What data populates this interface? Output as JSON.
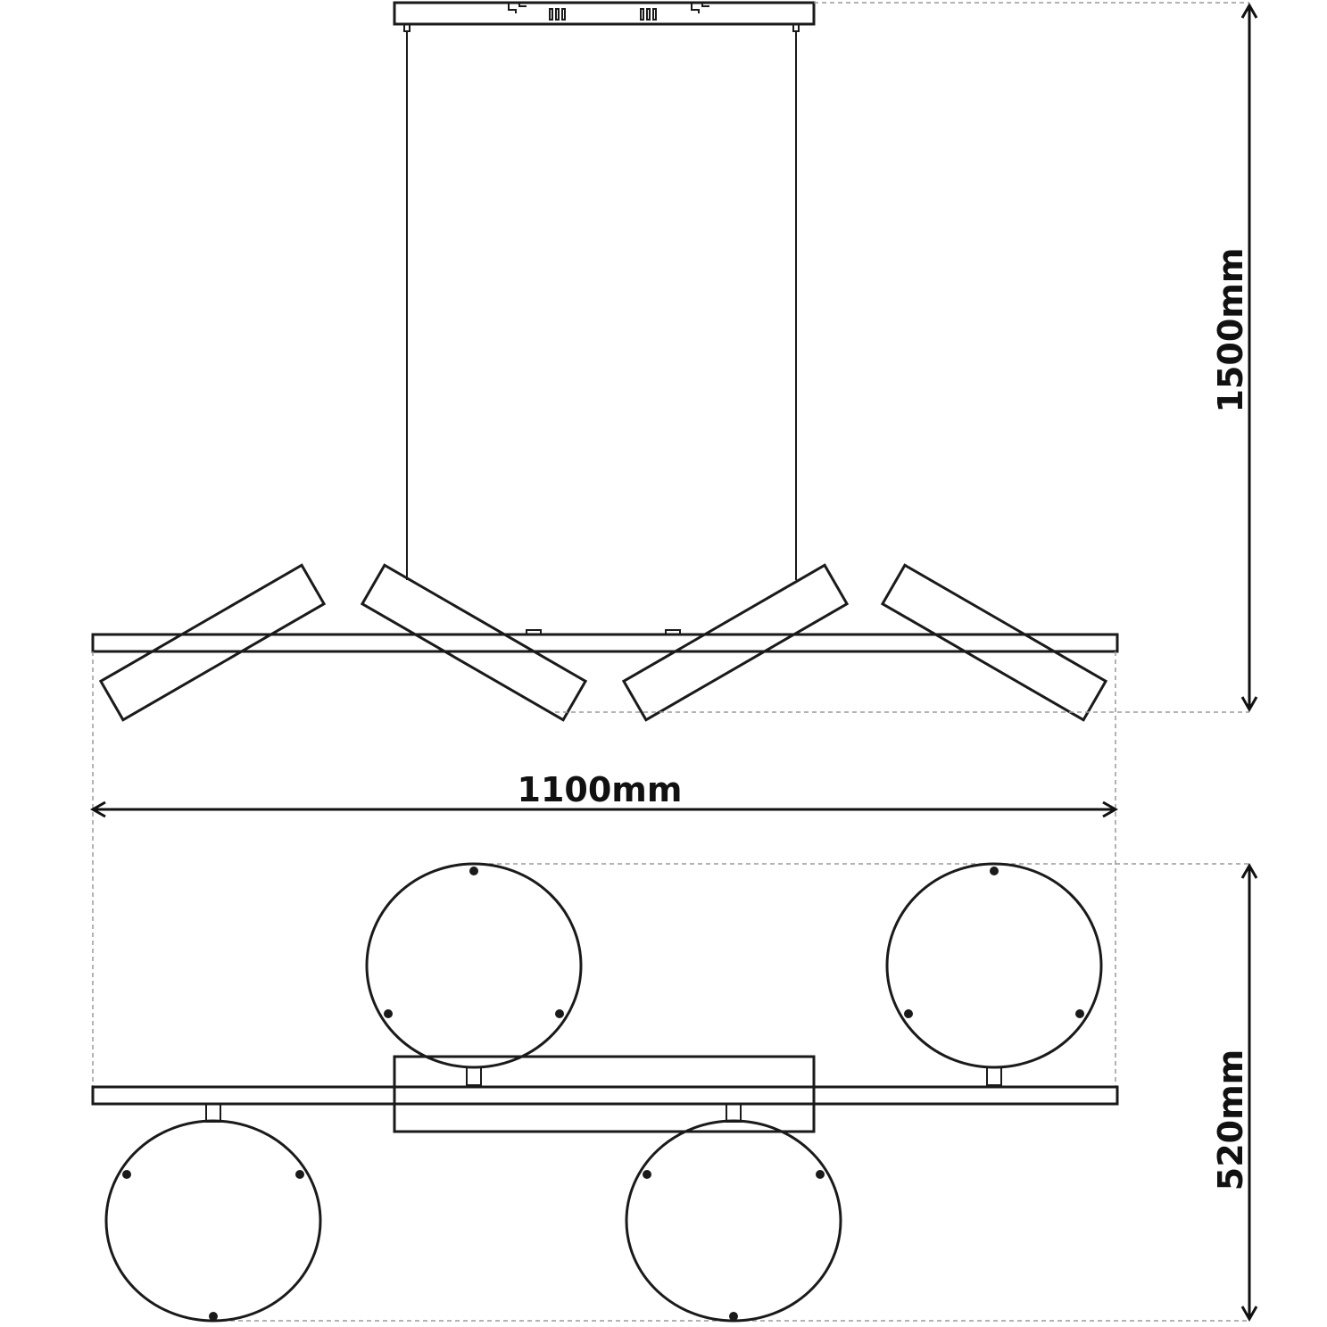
{
  "dimensions": {
    "height_label": "1500mm",
    "width_label": "1100mm",
    "depth_label": "520mm"
  },
  "colors": {
    "line": "#1a1a1a",
    "guide": "#9a9a9a",
    "background": "#ffffff"
  }
}
